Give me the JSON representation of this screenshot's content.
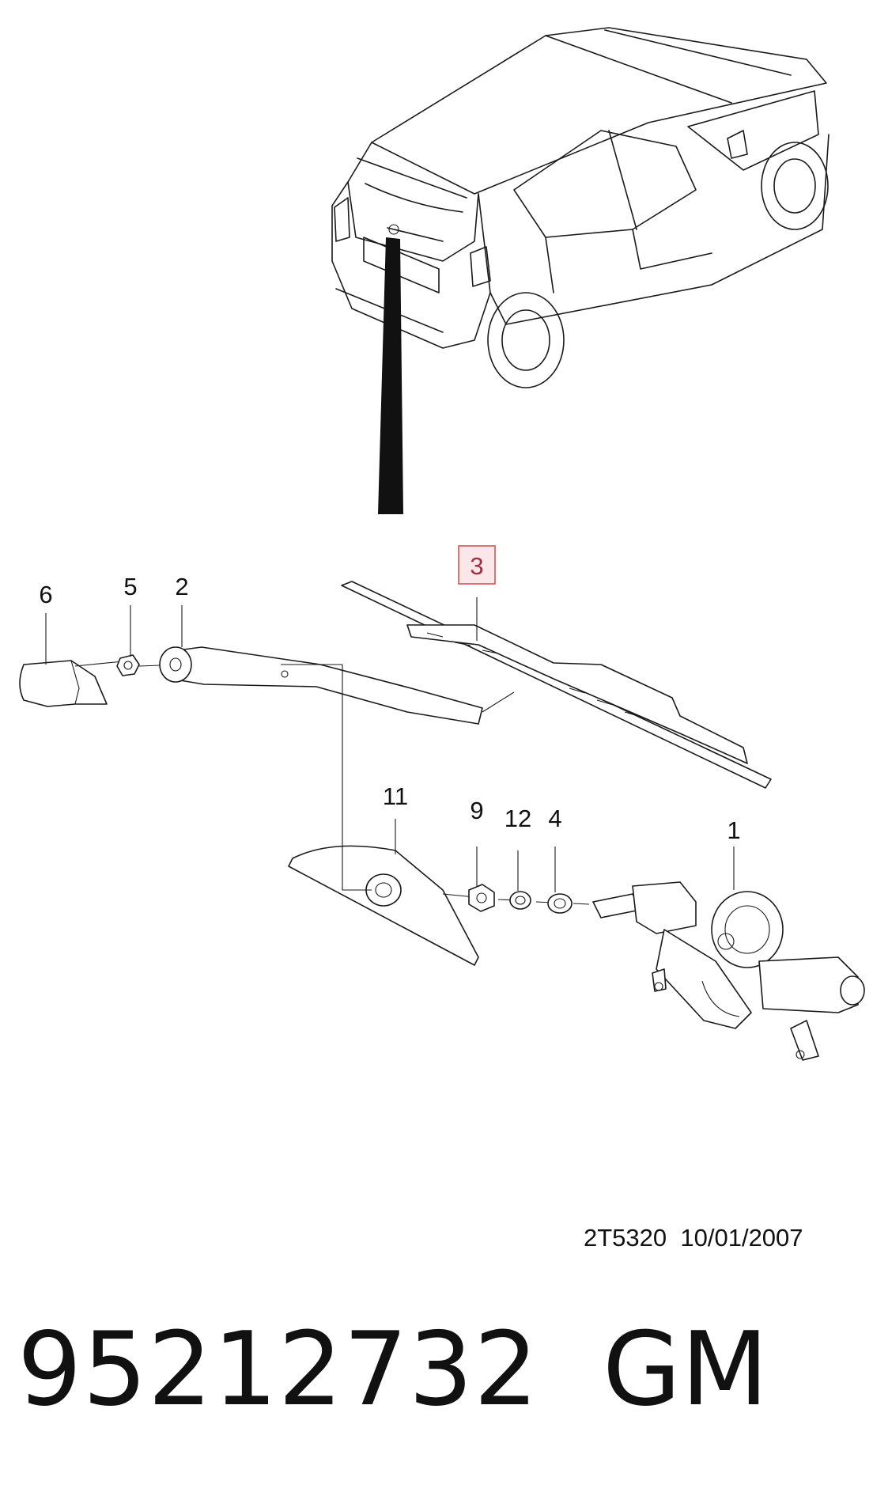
{
  "callouts": {
    "c1": "1",
    "c2": "2",
    "c3": "3",
    "c4": "4",
    "c5": "5",
    "c6": "6",
    "c9": "9",
    "c11": "11",
    "c12": "12"
  },
  "highlighted_callout": "3",
  "drawing_code": "2T5320",
  "drawing_date": "10/01/2007",
  "part_number": "95212732",
  "brand": "GM",
  "colors": {
    "highlight_fill": "#fbe6ea",
    "highlight_stroke": "#d9534f"
  }
}
